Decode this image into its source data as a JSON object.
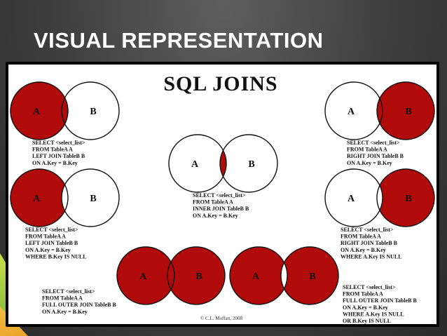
{
  "slide": {
    "title": "VISUAL REPRESENTATION"
  },
  "diagram": {
    "title": "SQL JOINS",
    "copyright": "© C.L. Moffatt, 2008",
    "colors": {
      "fill": "#b00a0a",
      "stroke": "#111111",
      "background": "#ffffff"
    },
    "joins": [
      {
        "id": "left-join",
        "label_a": "A",
        "label_b": "B",
        "sql": [
          "SELECT <select_list>",
          "FROM TableA A",
          "LEFT JOIN TableB B",
          "ON A.Key = B.Key"
        ]
      },
      {
        "id": "right-join",
        "label_a": "A",
        "label_b": "B",
        "sql": [
          "SELECT <select_list>",
          "FROM TableA A",
          "RIGHT JOIN TableB B",
          "ON A.Key = B.Key"
        ]
      },
      {
        "id": "inner-join",
        "label_a": "A",
        "label_b": "B",
        "sql": [
          "SELECT <select_list>",
          "FROM TableA A",
          "INNER JOIN TableB B",
          "ON A.Key = B.Key"
        ]
      },
      {
        "id": "left-excluding-join",
        "label_a": "A",
        "label_b": "B",
        "sql": [
          "SELECT <select_list>",
          "FROM TableA A",
          "LEFT JOIN TableB B",
          "ON A.Key = B.Key",
          "WHERE B.Key IS NULL"
        ]
      },
      {
        "id": "right-excluding-join",
        "label_a": "A",
        "label_b": "B",
        "sql": [
          "SELECT <select_list>",
          "FROM TableA A",
          "RIGHT JOIN TableB B",
          "ON A.Key = B.Key",
          "WHERE A.Key IS NULL"
        ]
      },
      {
        "id": "full-outer-join",
        "label_a": "A",
        "label_b": "B",
        "sql": [
          "SELECT <select_list>",
          "FROM TableA A",
          "FULL OUTER JOIN TableB B",
          "ON A.Key = B.Key"
        ]
      },
      {
        "id": "outer-excluding-join",
        "label_a": "A",
        "label_b": "B",
        "sql": [
          "SELECT <select_list>",
          "FROM TableA A",
          "FULL OUTER JOIN TableB B",
          "ON A.Key = B.Key",
          "WHERE A.Key IS NULL",
          "OR B.Key IS NULL"
        ]
      }
    ]
  }
}
